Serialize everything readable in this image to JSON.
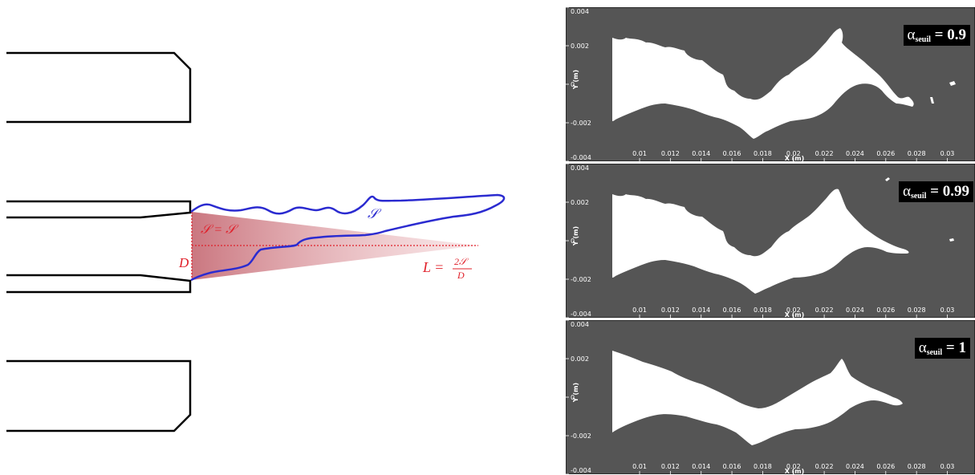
{
  "diagram": {
    "surface_label": "𝒮",
    "area_label": "𝒮 = 𝒮",
    "diameter_label": "D",
    "length_label_lhs": "L =",
    "length_label_num": "2𝒮",
    "length_label_den": "D",
    "colors": {
      "jet_outline": "#2b2bd0",
      "construction": "#e0202a",
      "nozzle": "#000000"
    }
  },
  "panels": [
    {
      "alpha_symbol": "α",
      "alpha_sub": "seuil",
      "threshold": "0.9"
    },
    {
      "alpha_symbol": "α",
      "alpha_sub": "seuil",
      "threshold": "0.99"
    },
    {
      "alpha_symbol": "α",
      "alpha_sub": "seuil",
      "threshold": "1"
    }
  ],
  "axes": {
    "x_label": "X (m)",
    "y_label": "Y (m)",
    "x_ticks": [
      "0.01",
      "0.012",
      "0.014",
      "0.016",
      "0.018",
      "0.02",
      "0.022",
      "0.024",
      "0.026",
      "0.028",
      "0.03"
    ],
    "y_ticks": [
      "0.004",
      "0.002",
      "0",
      "-0.002",
      "-0.004"
    ],
    "x_range": [
      0.0052,
      0.0318
    ],
    "y_range": [
      -0.004,
      0.004
    ],
    "background_color": "#555555",
    "jet_color": "#ffffff"
  }
}
